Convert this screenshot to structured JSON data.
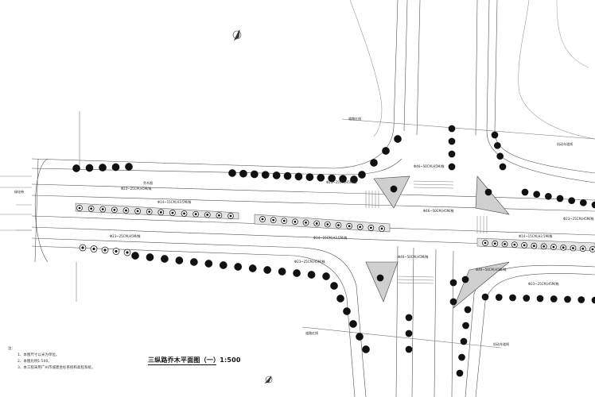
{
  "title": "三纵路乔木平面图（一）1:500",
  "notes_header": "注：",
  "notes": [
    "1、本图尺寸以米为单位。",
    "2、本图比例1:500。",
    "3、本工程采用广州市城建坐标系统和高程系统。"
  ],
  "labels": {
    "tree_a": "Φ23~25CM,H5M/株",
    "tree_b": "Φ14~15CM,H3.5M/株",
    "tree_c": "Φ46~50CM,H5M/株",
    "mark_a": "乔木图",
    "mark_b": "道路红线",
    "mark_c": "机动车道线",
    "mark_d": "绿化带"
  }
}
